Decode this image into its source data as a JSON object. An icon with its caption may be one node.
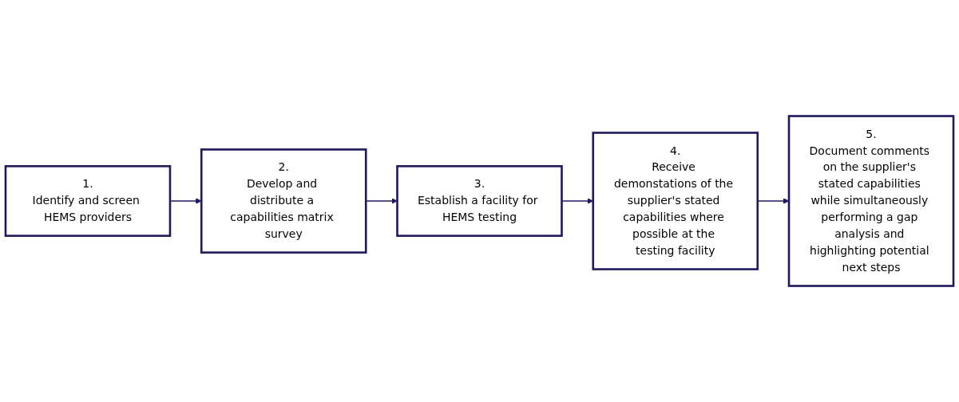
{
  "diagram": {
    "nodes": [
      {
        "text": [
          "1.",
          "Identify and screen HEMS providers"
        ]
      },
      {
        "text": [
          "2.",
          "Develop and distribute a capabilities matrix survey"
        ]
      },
      {
        "text": [
          "3.",
          "Establish a facility for HEMS testing"
        ]
      },
      {
        "text": [
          "4.",
          "Receive demonstations of the supplier's stated capabilities where possible at the testing facility"
        ]
      },
      {
        "text": [
          "5.",
          "Document comments on the supplier's stated capabilities while simultaneously performing a gap analysis and highlighting potential next steps"
        ]
      }
    ],
    "edges": [
      {
        "from": 0,
        "to": 1,
        "arrow": "to"
      },
      {
        "from": 1,
        "to": 2,
        "arrow": "to"
      },
      {
        "from": 2,
        "to": 3,
        "arrow": "to"
      },
      {
        "from": 3,
        "to": 4,
        "arrow": "to"
      }
    ]
  }
}
